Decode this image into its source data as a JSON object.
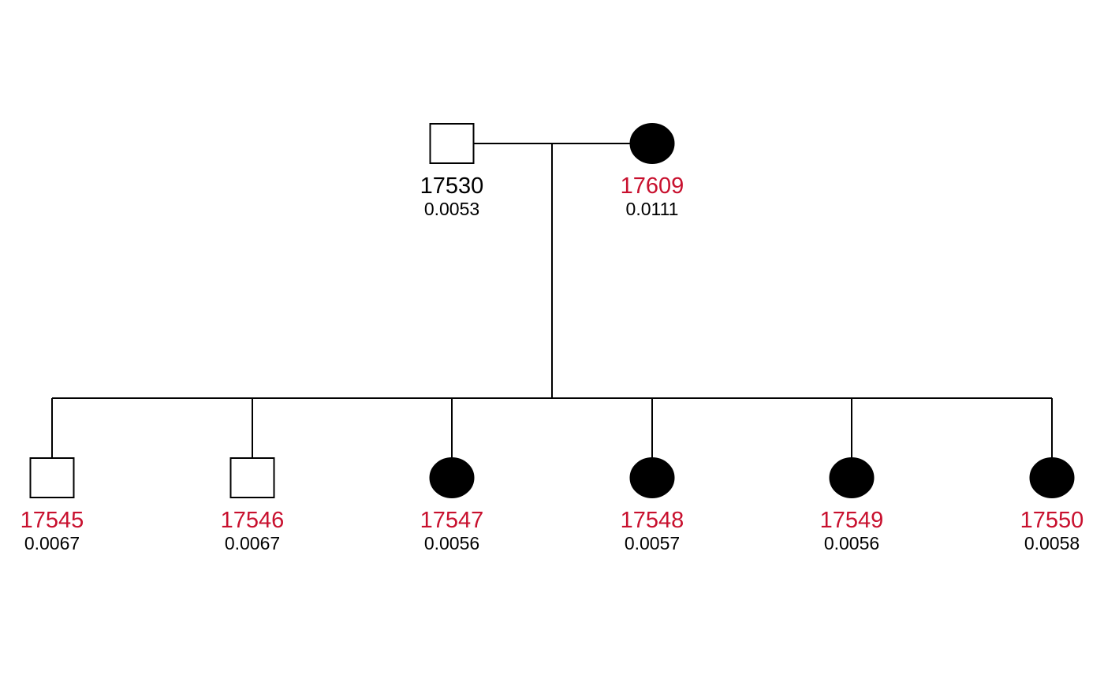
{
  "colors": {
    "line": "#000000",
    "filled": "#000000",
    "unfilled": "#ffffff",
    "highlight_id": "#c8102e",
    "normal_id": "#000000"
  },
  "pedigree": {
    "parents": [
      {
        "id": "17530",
        "value": "0.0053",
        "sex": "male",
        "affected": false,
        "highlight": false
      },
      {
        "id": "17609",
        "value": "0.0111",
        "sex": "female",
        "affected": true,
        "highlight": true
      }
    ],
    "children": [
      {
        "id": "17545",
        "value": "0.0067",
        "sex": "male",
        "affected": false,
        "highlight": true
      },
      {
        "id": "17546",
        "value": "0.0067",
        "sex": "male",
        "affected": false,
        "highlight": true
      },
      {
        "id": "17547",
        "value": "0.0056",
        "sex": "female",
        "affected": true,
        "highlight": true
      },
      {
        "id": "17548",
        "value": "0.0057",
        "sex": "female",
        "affected": true,
        "highlight": true
      },
      {
        "id": "17549",
        "value": "0.0056",
        "sex": "female",
        "affected": true,
        "highlight": true
      },
      {
        "id": "17550",
        "value": "0.0058",
        "sex": "female",
        "affected": true,
        "highlight": true
      }
    ]
  }
}
